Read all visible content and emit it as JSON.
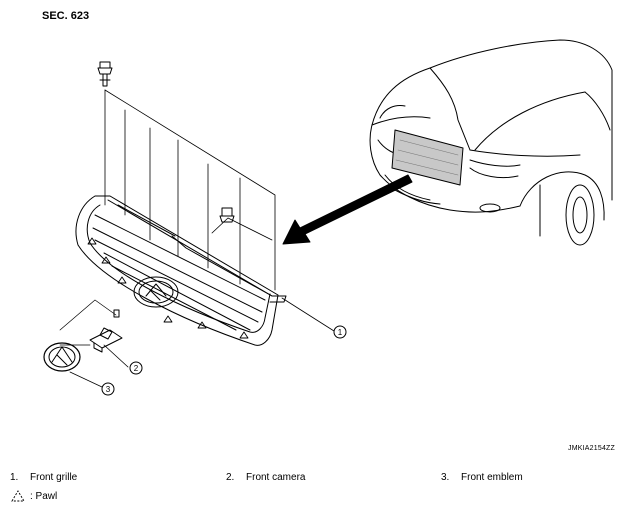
{
  "section": "SEC. 623",
  "figure_code": "JMKIA2154ZZ",
  "callouts": [
    "1",
    "2",
    "3"
  ],
  "legend": [
    {
      "num": "1.",
      "label": "Front grille"
    },
    {
      "num": "2.",
      "label": "Front camera"
    },
    {
      "num": "3.",
      "label": "Front emblem"
    }
  ],
  "pawl_label": ": Pawl",
  "icons": [
    "pawl-triangle-icon",
    "bolt-icon",
    "clip-icon",
    "arrow-icon"
  ]
}
